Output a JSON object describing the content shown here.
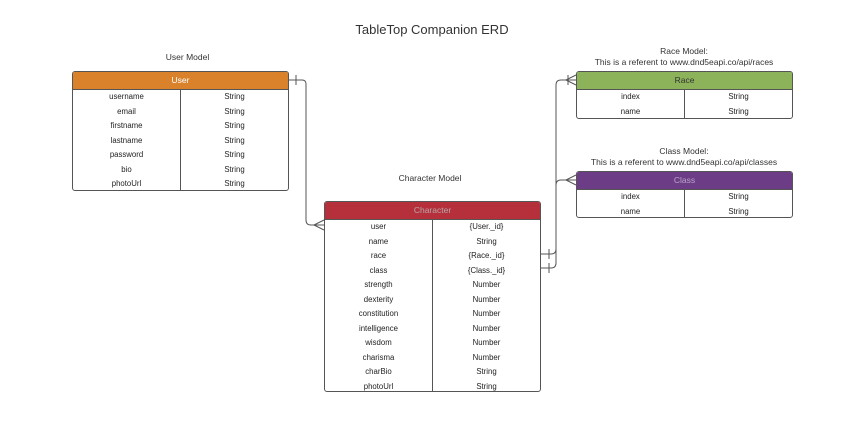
{
  "title": "TableTop Companion ERD",
  "captions": {
    "user": "User Model",
    "character": "Character Model",
    "race_line1": "Race Model:",
    "race_line2": "This is a referent to www.dnd5eapi.co/api/races",
    "class_line1": "Class Model:",
    "class_line2": "This is a referent to www.dnd5eapi.co/api/classes"
  },
  "entities": {
    "user": {
      "name": "User",
      "fields": [
        {
          "name": "username",
          "type": "String"
        },
        {
          "name": "email",
          "type": "String"
        },
        {
          "name": "firstname",
          "type": "String"
        },
        {
          "name": "lastname",
          "type": "String"
        },
        {
          "name": "password",
          "type": "String"
        },
        {
          "name": "bio",
          "type": "String"
        },
        {
          "name": "photoUrl",
          "type": "String"
        }
      ]
    },
    "character": {
      "name": "Character",
      "fields": [
        {
          "name": "user",
          "type": "{User._id}"
        },
        {
          "name": "name",
          "type": "String"
        },
        {
          "name": "race",
          "type": "{Race._id}"
        },
        {
          "name": "class",
          "type": "{Class._id}"
        },
        {
          "name": "strength",
          "type": "Number"
        },
        {
          "name": "dexterity",
          "type": "Number"
        },
        {
          "name": "constitution",
          "type": "Number"
        },
        {
          "name": "intelligence",
          "type": "Number"
        },
        {
          "name": "wisdom",
          "type": "Number"
        },
        {
          "name": "charisma",
          "type": "Number"
        },
        {
          "name": "charBio",
          "type": "String"
        },
        {
          "name": "photoUrl",
          "type": "String"
        }
      ]
    },
    "race": {
      "name": "Race",
      "fields": [
        {
          "name": "index",
          "type": "String"
        },
        {
          "name": "name",
          "type": "String"
        }
      ]
    },
    "class": {
      "name": "Class",
      "fields": [
        {
          "name": "index",
          "type": "String"
        },
        {
          "name": "name",
          "type": "String"
        }
      ]
    }
  }
}
